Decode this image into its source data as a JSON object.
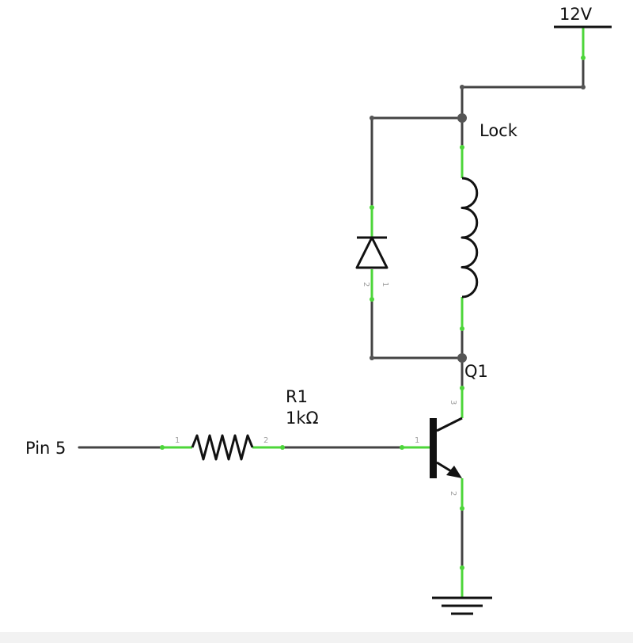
{
  "colors": {
    "wire": "#444444",
    "lead": "#4dd63a",
    "symbol": "#111111",
    "junction": "#555555"
  },
  "labels": {
    "supply": "12V",
    "relay": "Lock",
    "transistor": "Q1",
    "resistor_ref": "R1",
    "resistor_value": "1kΩ",
    "input": "Pin 5"
  },
  "pins": {
    "resistor_1": "1",
    "resistor_2": "2",
    "diode_2": "2",
    "diode_1": "1",
    "transistor_base": "1",
    "transistor_collector": "3",
    "transistor_emitter": "2"
  },
  "icons": {
    "supply": "vcc-symbol",
    "ground": "ground-symbol",
    "resistor": "resistor-symbol",
    "diode": "diode-symbol",
    "coil": "relay-coil-symbol",
    "transistor": "npn-transistor-symbol"
  }
}
